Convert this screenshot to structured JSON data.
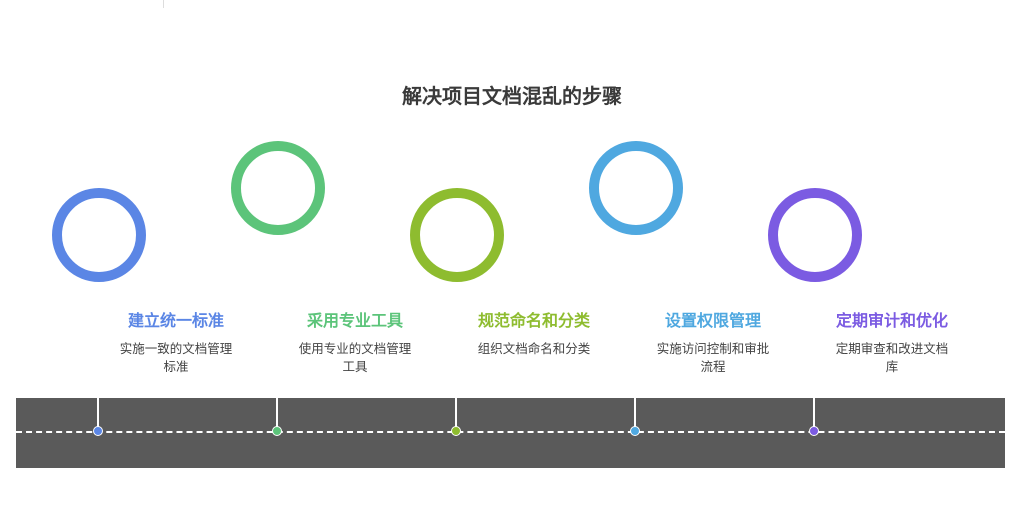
{
  "title": "解决项目文档混乱的步骤",
  "steps": [
    {
      "title": "建立统一标准",
      "desc_line1": "实施一致的文档管理",
      "desc_line2": "标准",
      "color": "#5b86e5"
    },
    {
      "title": "采用专业工具",
      "desc_line1": "使用专业的文档管理",
      "desc_line2": "工具",
      "color": "#5cc47a"
    },
    {
      "title": "规范命名和分类",
      "desc_line1": "组织文档命名和分类",
      "desc_line2": "",
      "color": "#8ebc2f"
    },
    {
      "title": "设置权限管理",
      "desc_line1": "实施访问控制和审批",
      "desc_line2": "流程",
      "color": "#4fa8e0"
    },
    {
      "title": "定期审计和优化",
      "desc_line1": "定期审查和改进文档",
      "desc_line2": "库",
      "color": "#7b5be2"
    }
  ],
  "road_color": "#5a5a5a"
}
